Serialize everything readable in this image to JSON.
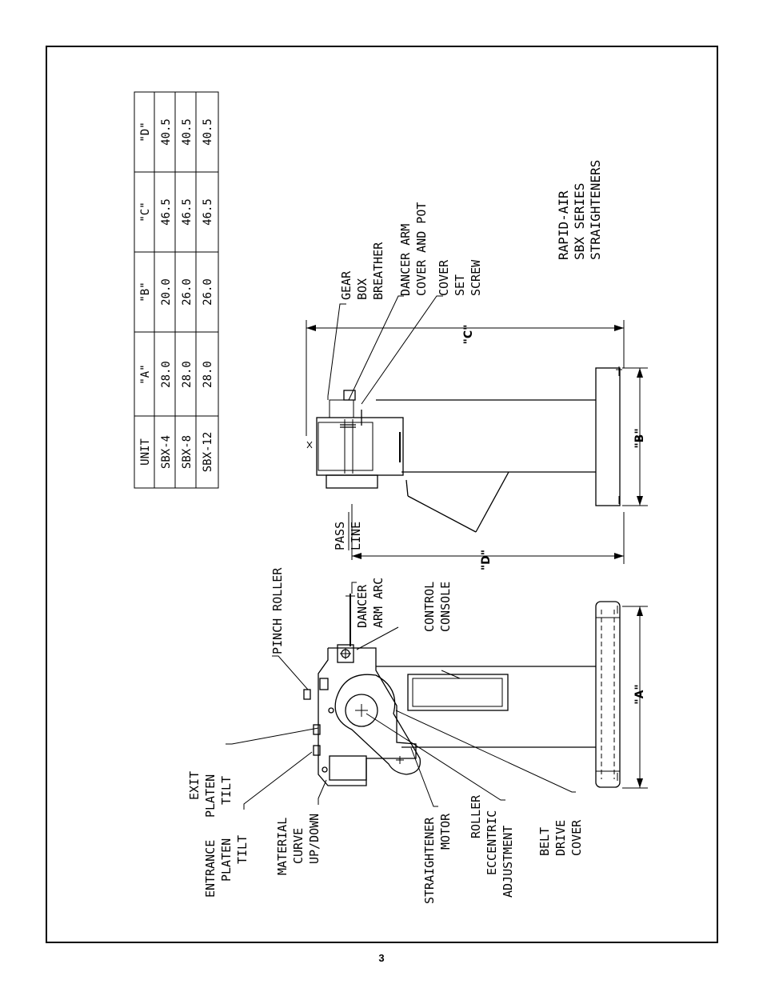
{
  "page_number": "3",
  "table": {
    "headers": [
      "UNIT",
      "\"A\"",
      "\"B\"",
      "\"C\"",
      "\"D\""
    ],
    "rows": [
      [
        "SBX-4",
        "28.0",
        "20.0",
        "46.5",
        "40.5"
      ],
      [
        "SBX-8",
        "28.0",
        "26.0",
        "46.5",
        "40.5"
      ],
      [
        "SBX-12",
        "28.0",
        "26.0",
        "46.5",
        "40.5"
      ]
    ]
  },
  "title": [
    "RAPID-AIR",
    "SBX SERIES",
    "STRAIGHTENERS"
  ],
  "dimensions": {
    "a": "\"A\"",
    "b": "\"B\"",
    "c": "\"C\"",
    "d": "\"D\""
  },
  "labels": {
    "pinch_roller": "PINCH ROLLER",
    "dancer_arm_arc": [
      "DANCER",
      "ARM ARC"
    ],
    "control_console": [
      "CONTROL",
      "CONSOLE"
    ],
    "exit_platen_tilt": [
      "EXIT",
      "PLATEN",
      "TILT"
    ],
    "entrance_platen_tilt": [
      "ENTRANCE",
      "PLATEN",
      "TILT"
    ],
    "material_curve": [
      "MATERIAL",
      "CURVE",
      "UP/DOWN"
    ],
    "straightener_motor": [
      "STRAIGHTENER",
      "MOTOR"
    ],
    "roller_eccentric": [
      "ROLLER",
      "ECCENTRIC",
      "ADJUSTMENT"
    ],
    "belt_drive_cover": [
      "BELT",
      "DRIVE",
      "COVER"
    ],
    "pass_line": [
      "PASS",
      "LINE"
    ],
    "gear_box_breather": [
      "GEAR",
      "BOX",
      "BREATHER"
    ],
    "dancer_arm_cover": [
      "DANCER ARM",
      "COVER AND POT"
    ],
    "cover_set_screw": [
      "COVER",
      "SET",
      "SCREW"
    ]
  }
}
